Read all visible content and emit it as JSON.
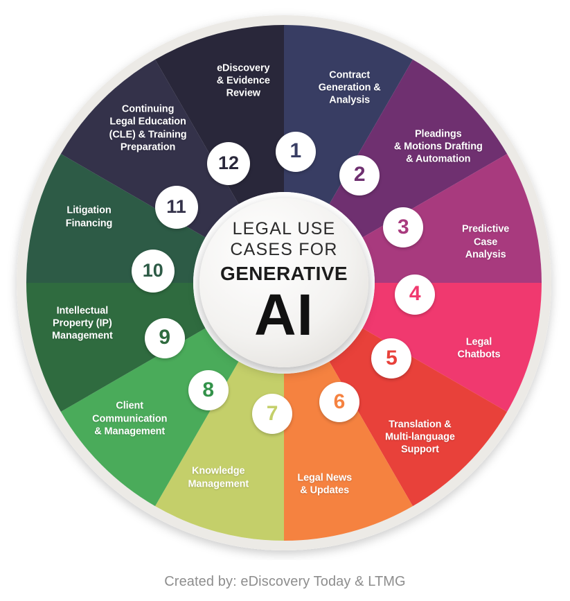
{
  "title": "Legal Use Cases for Generative AI",
  "center": {
    "line1": "LEGAL USE",
    "line2": "CASES FOR",
    "line3": "GENERATIVE",
    "line4": "AI"
  },
  "footer": {
    "credit": "Created by: eDiscovery Today & LTMG"
  },
  "chart_data": {
    "type": "pie",
    "title": "Legal Use Cases for Generative AI",
    "legend_position": "in-segment",
    "grid": false,
    "segment_count": 12,
    "equal_segments": true,
    "segment_degrees": 30,
    "categories": [
      "Contract Generation & Analysis",
      "Pleadings & Motions Drafting & Automation",
      "Predictive Case Analysis",
      "Legal Chatbots",
      "Translation & Multi-language Support",
      "Legal News & Updates",
      "Knowledge Management",
      "Client Communication & Management",
      "Intellectual Property (IP) Management",
      "Litigation Financing",
      "Continuing Legal Education (CLE) & Training Preparation",
      "eDiscovery & Evidence Review"
    ],
    "values": [
      1,
      1,
      1,
      1,
      1,
      1,
      1,
      1,
      1,
      1,
      1,
      1
    ],
    "colors": [
      "#383d63",
      "#6f3070",
      "#a83a7e",
      "#f0396f",
      "#e8413a",
      "#f58240",
      "#c4cf6a",
      "#4aab5a",
      "#2f6b3f",
      "#2d5b46",
      "#34324a",
      "#29273a"
    ]
  },
  "segments": [
    {
      "number": "1",
      "label": "Contract\nGeneration &\nAnalysis",
      "color": "#383d63",
      "number_color": "#383d63"
    },
    {
      "number": "2",
      "label": "Pleadings\n& Motions Drafting\n& Automation",
      "color": "#6f3070",
      "number_color": "#6f3070"
    },
    {
      "number": "3",
      "label": "Predictive\nCase\nAnalysis",
      "color": "#a83a7e",
      "number_color": "#a83a7e"
    },
    {
      "number": "4",
      "label": "Legal\nChatbots",
      "color": "#f0396f",
      "number_color": "#f0396f"
    },
    {
      "number": "5",
      "label": "Translation &\nMulti-language\nSupport",
      "color": "#e8413a",
      "number_color": "#e8413a"
    },
    {
      "number": "6",
      "label": "Legal News\n& Updates",
      "color": "#f58240",
      "number_color": "#f58240"
    },
    {
      "number": "7",
      "label": "Knowledge\nManagement",
      "color": "#c4cf6a",
      "number_color": "#c4cf6a"
    },
    {
      "number": "8",
      "label": "Client\nCommunication\n& Management",
      "color": "#4aab5a",
      "number_color": "#33924a"
    },
    {
      "number": "9",
      "label": "Intellectual\nProperty (IP)\nManagement",
      "color": "#2f6b3f",
      "number_color": "#2f6b3f"
    },
    {
      "number": "10",
      "label": "Litigation\nFinancing",
      "color": "#2d5b46",
      "number_color": "#2d5b46"
    },
    {
      "number": "11",
      "label": "Continuing\nLegal Education\n(CLE) & Training\nPreparation",
      "color": "#34324a",
      "number_color": "#34324a"
    },
    {
      "number": "12",
      "label": "eDiscovery\n& Evidence\nReview",
      "color": "#29273a",
      "number_color": "#29273a"
    }
  ]
}
